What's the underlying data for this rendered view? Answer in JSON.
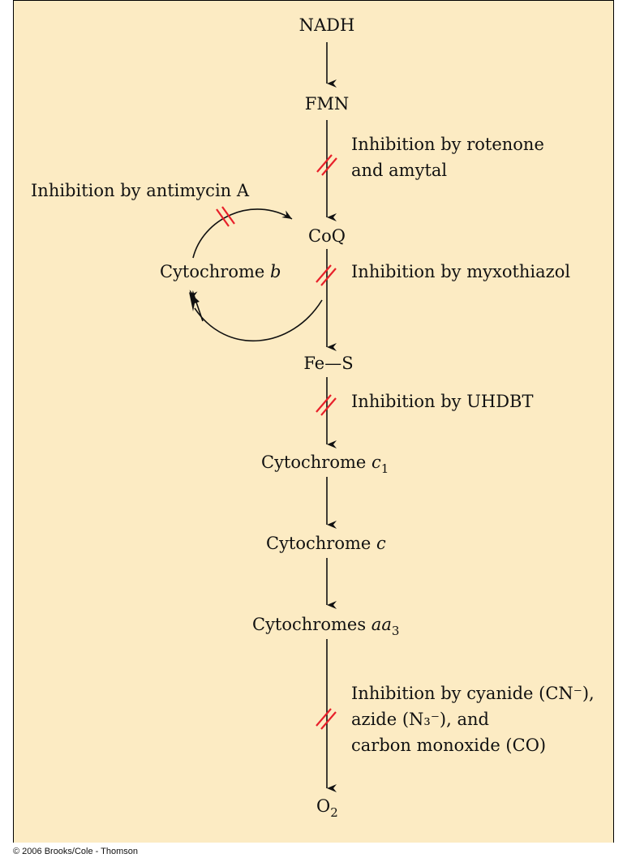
{
  "nodes": {
    "nadh": "NADH",
    "fmn": "FMN",
    "coq": "CoQ",
    "cyt_b": "Cytochrome",
    "cyt_b_sub": "b",
    "fes": "Fe—S",
    "cyt_c1": "Cytochrome",
    "cyt_c1_sub": "c",
    "cyt_c1_num": "1",
    "cyt_c": "Cytochrome",
    "cyt_c_sub": "c",
    "cyt_aa3": "Cytochromes",
    "cyt_aa3_sub": "aa",
    "cyt_aa3_num": "3",
    "o2": "O",
    "o2_num": "2"
  },
  "inhibitors": {
    "rotenone_l1": "Inhibition by rotenone",
    "rotenone_l2": "and amytal",
    "antimycin": "Inhibition by antimycin A",
    "myxothiazol": "Inhibition by myxothiazol",
    "uhdbt": "Inhibition by UHDBT",
    "cyanide_l1": "Inhibition by cyanide (CN⁻),",
    "cyanide_l2": "azide (N₃⁻), and",
    "cyanide_l3": "carbon monoxide (CO)"
  },
  "footer": {
    "copyright": "© 2006 Brooks/Cole - Thomson"
  },
  "colors": {
    "background": "#fcebc3",
    "inhibition_mark": "#e8202a",
    "line": "#111111"
  }
}
